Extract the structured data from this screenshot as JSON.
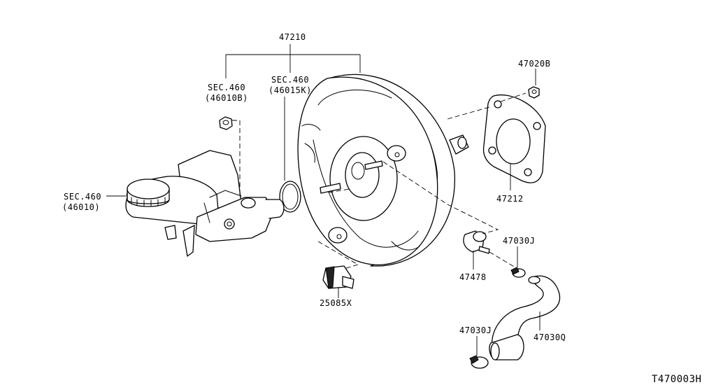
{
  "diagram": {
    "reference_code": "T470003H",
    "labels": {
      "booster": "47210",
      "sec460_left": "SEC.460",
      "sec460_left_sub": "(46010B)",
      "sec460_mid": "SEC.460",
      "sec460_mid_sub": "(46015K)",
      "sec460_cyl": "SEC.460",
      "sec460_cyl_sub": "(46010)",
      "nut": "47020B",
      "gasket": "47212",
      "clamp_upper": "47030J",
      "check_valve": "47478",
      "clamp_lower": "47030J",
      "hose": "47030Q",
      "sensor": "25085X"
    }
  }
}
